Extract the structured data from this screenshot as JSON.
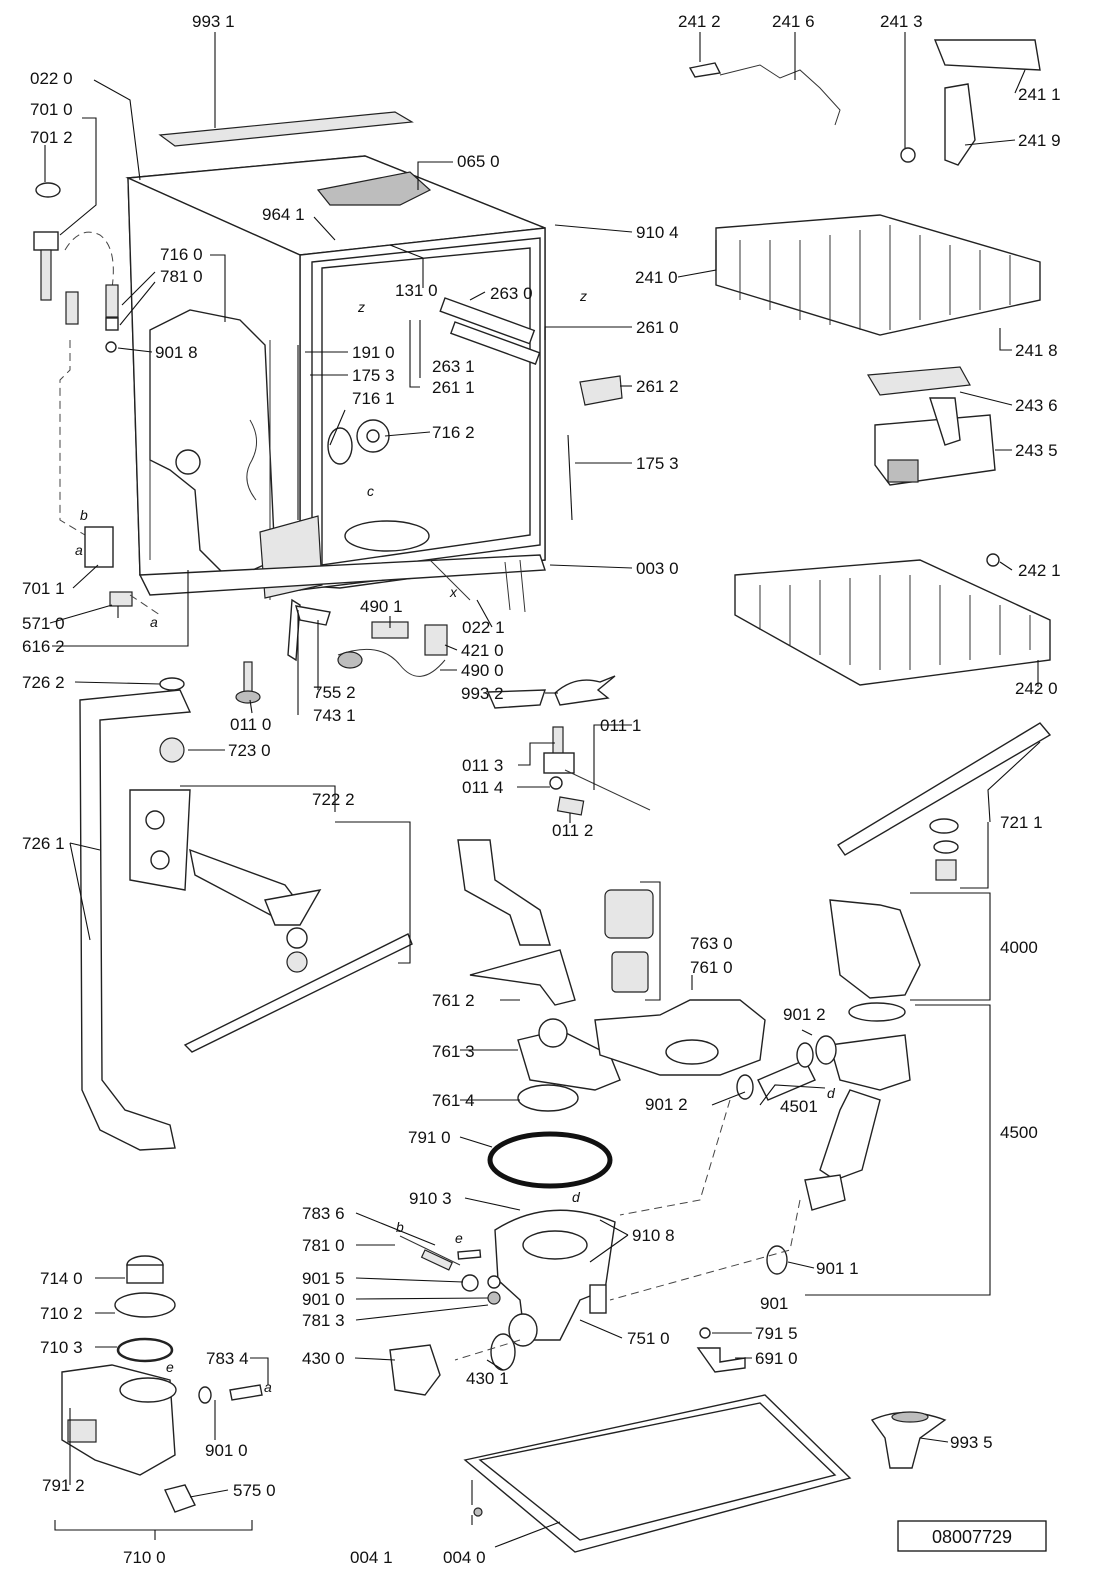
{
  "labels": {
    "l9931": "993 1",
    "l0220": "022 0",
    "l7010": "701 0",
    "l7012": "701 2",
    "l0650": "065 0",
    "l9641": "964 1",
    "l9104": "910 4",
    "l7160": "716 0",
    "l7810a": "781 0",
    "l1310": "131 0",
    "l2630": "263 0",
    "l2610": "261 0",
    "l9018": "901 8",
    "l1910": "191 0",
    "l1753a": "175 3",
    "l2631": "263 1",
    "l2611": "261 1",
    "l2612": "261 2",
    "l7161": "716 1",
    "l7162": "716 2",
    "l1753b": "175 3",
    "l7011": "701 1",
    "l0030": "003 0",
    "l5710": "571 0",
    "l6162": "616 2",
    "l4901": "490 1",
    "l0221": "022 1",
    "l4210": "421 0",
    "l4900": "490 0",
    "l7262": "726 2",
    "l7552": "755 2",
    "l9932": "993 2",
    "l0110": "011 0",
    "l7431": "743 1",
    "l7230": "723 0",
    "l0111": "011 1",
    "l0113": "011 3",
    "l0114": "011 4",
    "l0112": "011 2",
    "l7222": "722 2",
    "l7261": "726 1",
    "l2412": "241 2",
    "l2416": "241 6",
    "l2413": "241 3",
    "l2411": "241 1",
    "l2419": "241 9",
    "l2410": "241 0",
    "l2418": "241 8",
    "l2436": "243 6",
    "l2435": "243 5",
    "l2421": "242 1",
    "l2420": "242 0",
    "l7211": "721 1",
    "l4000": "4000",
    "l7630": "763 0",
    "l7610": "761 0",
    "l7612": "761 2",
    "l7613": "761 3",
    "l7614": "761 4",
    "l9012a": "901 2",
    "l9012b": "901 2",
    "l4501": "4501",
    "l4500": "4500",
    "l7910": "791 0",
    "l9103": "910 3",
    "l7836": "783 6",
    "l9108": "910 8",
    "l7810b": "781 0",
    "l9015": "901 5",
    "l9010a": "901 0",
    "l7813": "781 3",
    "l9011": "901 1",
    "l7140": "714 0",
    "l7102": "710 2",
    "l7103": "710 3",
    "l7834": "783 4",
    "l7510": "751 0",
    "l7915": "791 5",
    "l4300": "430 0",
    "l4301": "430 1",
    "l6910": "691 0",
    "l9010b": "901 0",
    "l7912": "791 2",
    "l5750": "575 0",
    "l9935": "993 5",
    "l7100": "710 0",
    "l0041": "004 1",
    "l0040": "004 0",
    "l901cut": "901"
  },
  "letters": {
    "b1": "b",
    "a1": "a",
    "a2": "a",
    "c1": "c",
    "z1": "z",
    "z2": "z",
    "x1": "x",
    "d1": "d",
    "d2": "d",
    "b2": "b",
    "e1": "e",
    "e2": "e",
    "a3": "a"
  },
  "drawing_code": "08007729"
}
